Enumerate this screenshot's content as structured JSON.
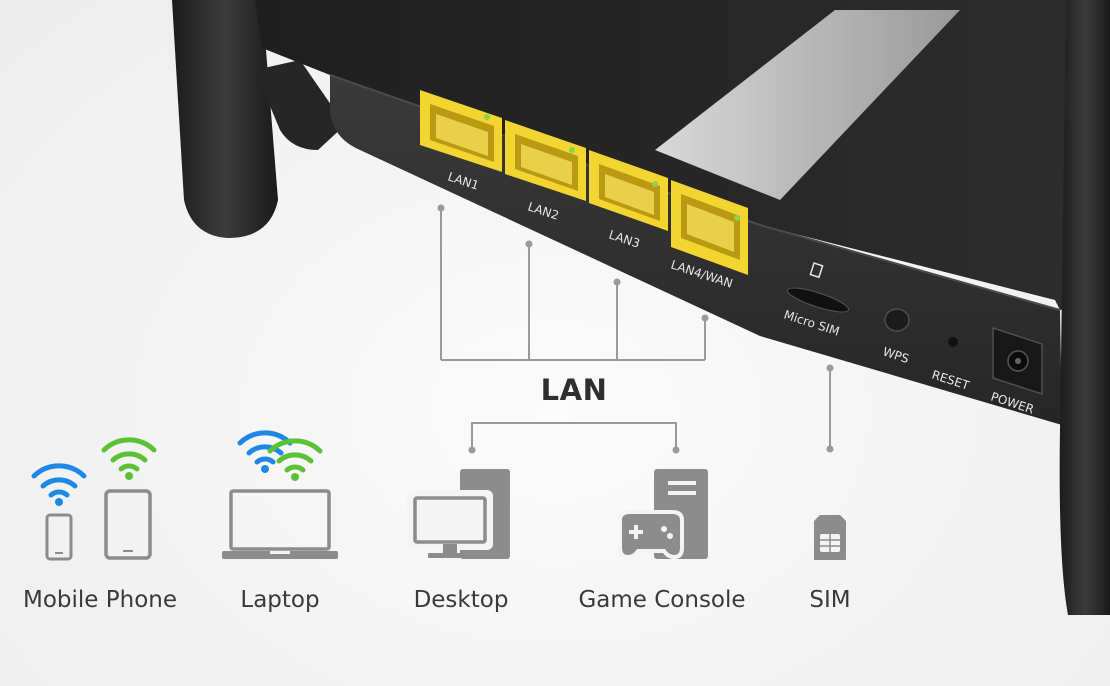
{
  "router": {
    "ports": [
      "LAN1",
      "LAN2",
      "LAN3",
      "LAN4/WAN"
    ],
    "micro_sim_label": "Micro SIM",
    "wps_label": "WPS",
    "reset_label": "RESET",
    "power_label": "POWER"
  },
  "lan_title": "LAN",
  "devices": [
    {
      "label": "Mobile Phone",
      "icon": "mobile-tablet-icon"
    },
    {
      "label": "Laptop",
      "icon": "laptop-icon"
    },
    {
      "label": "Desktop",
      "icon": "desktop-icon"
    },
    {
      "label": "Game Console",
      "icon": "game-console-icon"
    },
    {
      "label": "SIM",
      "icon": "sim-icon"
    }
  ],
  "colors": {
    "port_yellow": "#f2d531",
    "wifi_blue": "#1e88e5",
    "wifi_green": "#5bc236",
    "icon_gray": "#8c8c8c",
    "router_body": "#2c2c2c"
  }
}
